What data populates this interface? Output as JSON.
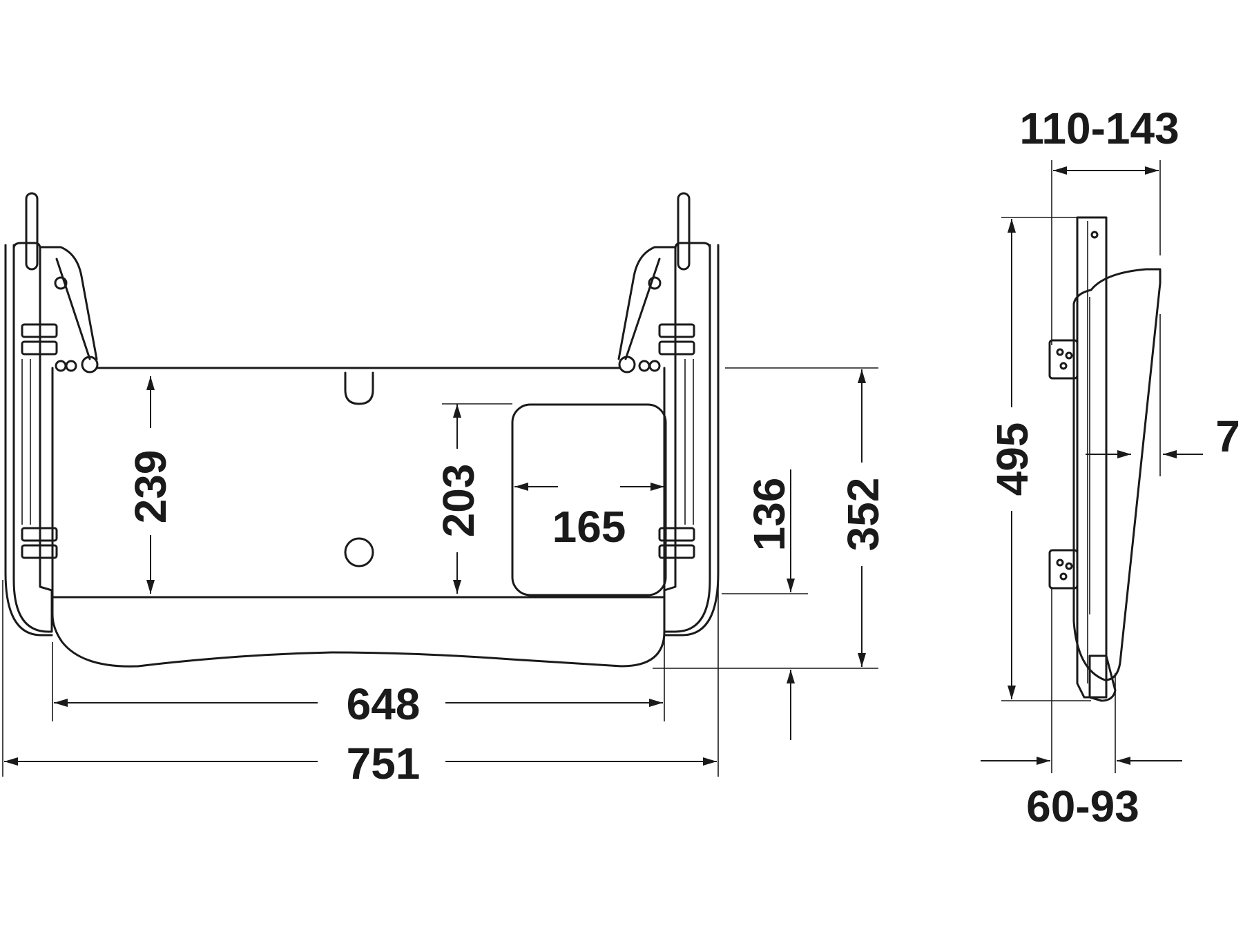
{
  "drawing": {
    "front_view": {
      "dimensions": {
        "height_tray": "239",
        "height_pad": "203",
        "width_pad": "165",
        "drop": "136",
        "depth_total": "352",
        "width_tray": "648",
        "width_total": "751"
      }
    },
    "side_view": {
      "dimensions": {
        "depth_range": "110-143",
        "height": "495",
        "thickness": "7",
        "offset_range": "60-93"
      }
    }
  }
}
